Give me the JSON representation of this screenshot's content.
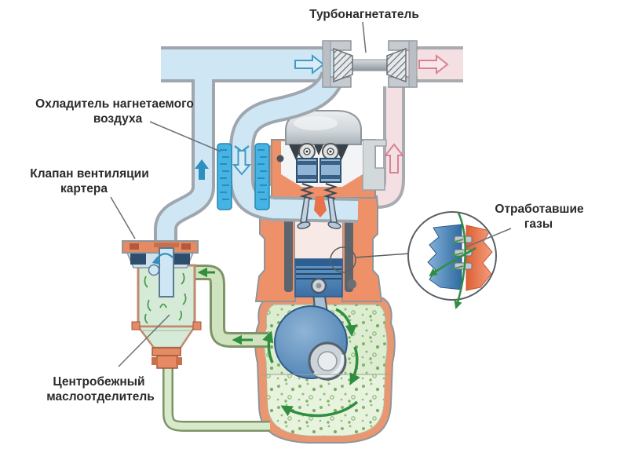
{
  "diagram": {
    "labels": {
      "turbocharger": "Турбонагнетатель",
      "charge_air_cooler": [
        "Охладитель нагнетаемого",
        "воздуха"
      ],
      "crankcase_vent_valve": [
        "Клапан вентиляции",
        "картера"
      ],
      "centrifugal_oil_separator": [
        "Центробежный",
        "маслоотделитель"
      ],
      "exhaust_gases": [
        "Отработавшие",
        "газы"
      ]
    },
    "colors": {
      "intake_air_pipe": "#cfe7f4",
      "exhaust_pipe": "#f4dfe2",
      "intake_arrow_accent": "#3f9cc7",
      "exhaust_arrow_accent": "#d98296",
      "intercooler_blue": "#45b3e3",
      "engine_body_orange": "#ee9169",
      "crankcase_interior_green": "#dcedd0",
      "crankcase_gas_arrow_green": "#2f8f3f",
      "piston_blue": "#4f86b8",
      "label_text": "#2b2b2b"
    }
  }
}
